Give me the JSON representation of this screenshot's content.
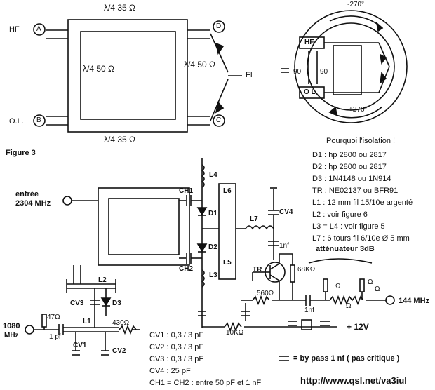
{
  "top_diagram": {
    "label_quarter_top": "λ/4 35 Ω",
    "label_quarter_bottom": "λ/4 35 Ω",
    "label_quarter_left": "λ/4 50 Ω",
    "label_quarter_right": "λ/4 50 Ω",
    "port_hf": "HF",
    "port_ol": "O.L.",
    "port_a": "A",
    "port_b": "B",
    "port_c": "C",
    "port_d": "D",
    "port_fi": "FI"
  },
  "ring_diagram": {
    "phase_top": "-270°",
    "phase_bottom": "+270°",
    "block_hf": "HF",
    "block_ol": "O L",
    "phase_left": "90",
    "phase_right": "90",
    "equals": "="
  },
  "figure_label": "Figure 3",
  "parts_list": {
    "heading": "Pourquoi l'isolation !",
    "lines": [
      "D1 : hp 2800 ou 2817",
      "D2 : hp 2800 ou 2817",
      "D3 : 1N4148 ou 1N914",
      "TR : NE02137 ou BFR91",
      "L1 : 12 mm fil 15/10e argenté",
      "L2 : voir figure 6",
      "L3 = L4 : voir figure 5",
      "L7 : 6 tours fil 6/10e Ø 5 mm"
    ]
  },
  "capacitor_list": [
    "CV1 : 0,3 / 3 pF",
    "CV2 : 0,3 / 3 pF",
    "CV3 : 0,3 / 3 pF",
    "CV4 : 25 pF",
    "CH1 = CH2 : entre 50 pF et 1 nF"
  ],
  "schematic": {
    "input_main": "entrée",
    "input_freq": "2304 MHz",
    "lo_freq": "1080",
    "lo_unit": "MHz",
    "out_freq": "144 MHz",
    "supply": "+ 12V",
    "attenuator": "atténuateur 3dB",
    "labels": {
      "ch1": "CH1",
      "ch2": "CH2",
      "d1": "D1",
      "d2": "D2",
      "d3": "D3",
      "l1": "L1",
      "l2": "L2",
      "l3": "L3",
      "l4": "L4",
      "l5": "L5",
      "l6": "L6",
      "l7": "L7",
      "cv1": "CV1",
      "cv2": "CV2",
      "cv3": "CV3",
      "cv4": "CV4",
      "tr": "TR",
      "r47": "47Ω",
      "r430": "430Ω",
      "r560": "560Ω",
      "r68k": "68KΩ",
      "r10k": "10KΩ",
      "cap1nf_a": "1nf",
      "cap1nf_b": "1nf",
      "cap1pf": "1 pf",
      "att_r1": "Ω",
      "att_r2": "Ω",
      "att_r3": "Ω",
      "att_r4": "Ω"
    }
  },
  "bypass_note": "= by pass 1 nf ( pas critique )",
  "url": "http://www.qsl.net/va3iul"
}
